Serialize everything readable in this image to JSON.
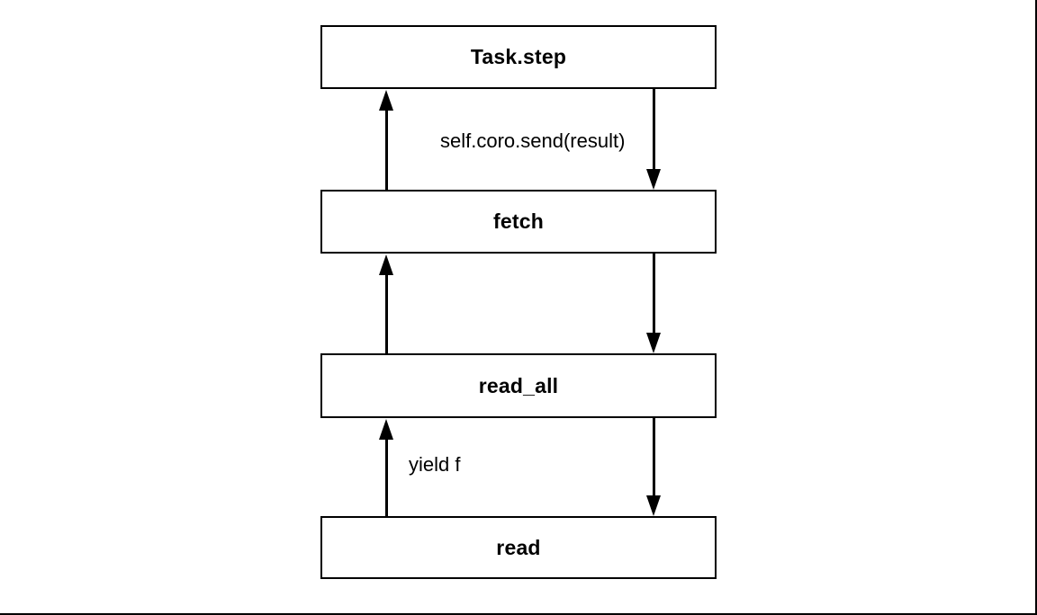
{
  "diagram": {
    "boxes": [
      {
        "label": "Task.step"
      },
      {
        "label": "fetch"
      },
      {
        "label": "read_all"
      },
      {
        "label": "read"
      }
    ],
    "annotations": [
      {
        "text": "self.coro.send(result)"
      },
      {
        "text": "yield f"
      }
    ],
    "colors": {
      "stroke": "#000000",
      "background": "#ffffff",
      "text": "#000000"
    }
  }
}
